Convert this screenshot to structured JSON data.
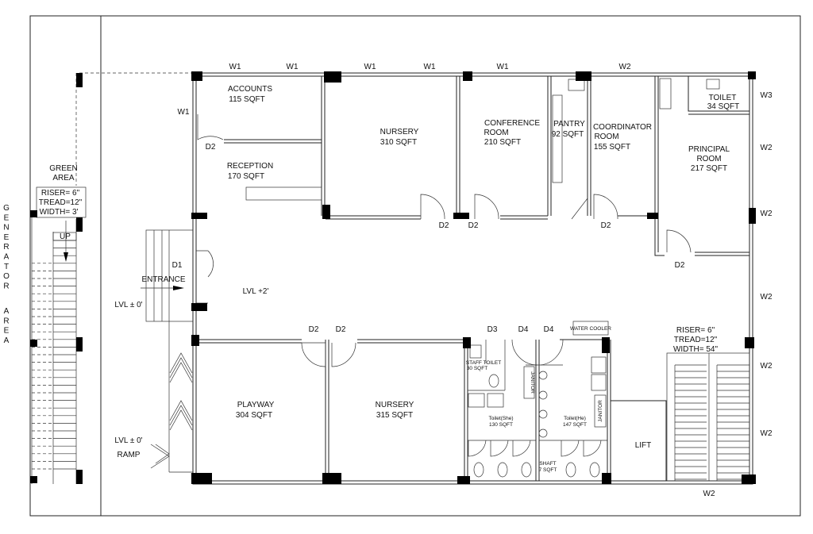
{
  "side_label_generator": [
    "G",
    "E",
    "N",
    "E",
    "R",
    "A",
    "T",
    "O",
    "R"
  ],
  "side_label_area": [
    "A",
    "R",
    "E",
    "A"
  ],
  "green_area": {
    "line1": "GREEN",
    "line2": "AREA"
  },
  "stair_left": {
    "riser": "RISER= 6\"",
    "tread": "TREAD=12\"",
    "width": "WIDTH= 3'",
    "up": "UP"
  },
  "stair_right": {
    "riser": "RISER= 6\"",
    "tread": "TREAD=12\"",
    "width": "WIDTH= 54\""
  },
  "levels": {
    "entrance_lvl": "LVL ± 0'",
    "ramp_lvl": "LVL ± 0'",
    "ramp": "RAMP",
    "corridor_lvl": "LVL +2'",
    "entrance": "ENTRANCE"
  },
  "rooms": {
    "accounts": {
      "name": "ACCOUNTS",
      "area": "115 SQFT"
    },
    "reception": {
      "name": "RECEPTION",
      "area": "170 SQFT"
    },
    "nursery_top": {
      "name": "NURSERY",
      "area": "310 SQFT"
    },
    "conference": {
      "name1": "CONFERENCE",
      "name2": "ROOM",
      "area": "210 SQFT"
    },
    "pantry": {
      "name": "PANTRY",
      "area": "92 SQFT"
    },
    "coordinator": {
      "name1": "COORDINATOR",
      "name2": "ROOM",
      "area": "155 SQFT"
    },
    "principal": {
      "name1": "PRINCIPAL",
      "name2": "ROOM",
      "area": "217 SQFT"
    },
    "toilet_principal": {
      "name": "TOILET",
      "area": "34 SQFT"
    },
    "playway": {
      "name": "PLAYWAY",
      "area": "304 SQFT"
    },
    "nursery_bottom": {
      "name": "NURSERY",
      "area": "315 SQFT"
    },
    "staff_toilet": {
      "name": "STAFF TOILET",
      "area": "30 SQFT"
    },
    "toilet_she": {
      "name": "Toilet(She)",
      "area": "130 SQFT"
    },
    "toilet_he": {
      "name": "Toilet(He)",
      "area": "147 SQFT"
    },
    "shaft": {
      "name": "SHAFT",
      "area": "7 SQFT"
    },
    "janitor": "JANITOR",
    "water_cooler": "WATER COOLER",
    "lift": "LIFT"
  },
  "windows": {
    "w1": "W1",
    "w2": "W2",
    "w3": "W3"
  },
  "doors": {
    "d1": "D1",
    "d2": "D2",
    "d3": "D3",
    "d4": "D4"
  }
}
